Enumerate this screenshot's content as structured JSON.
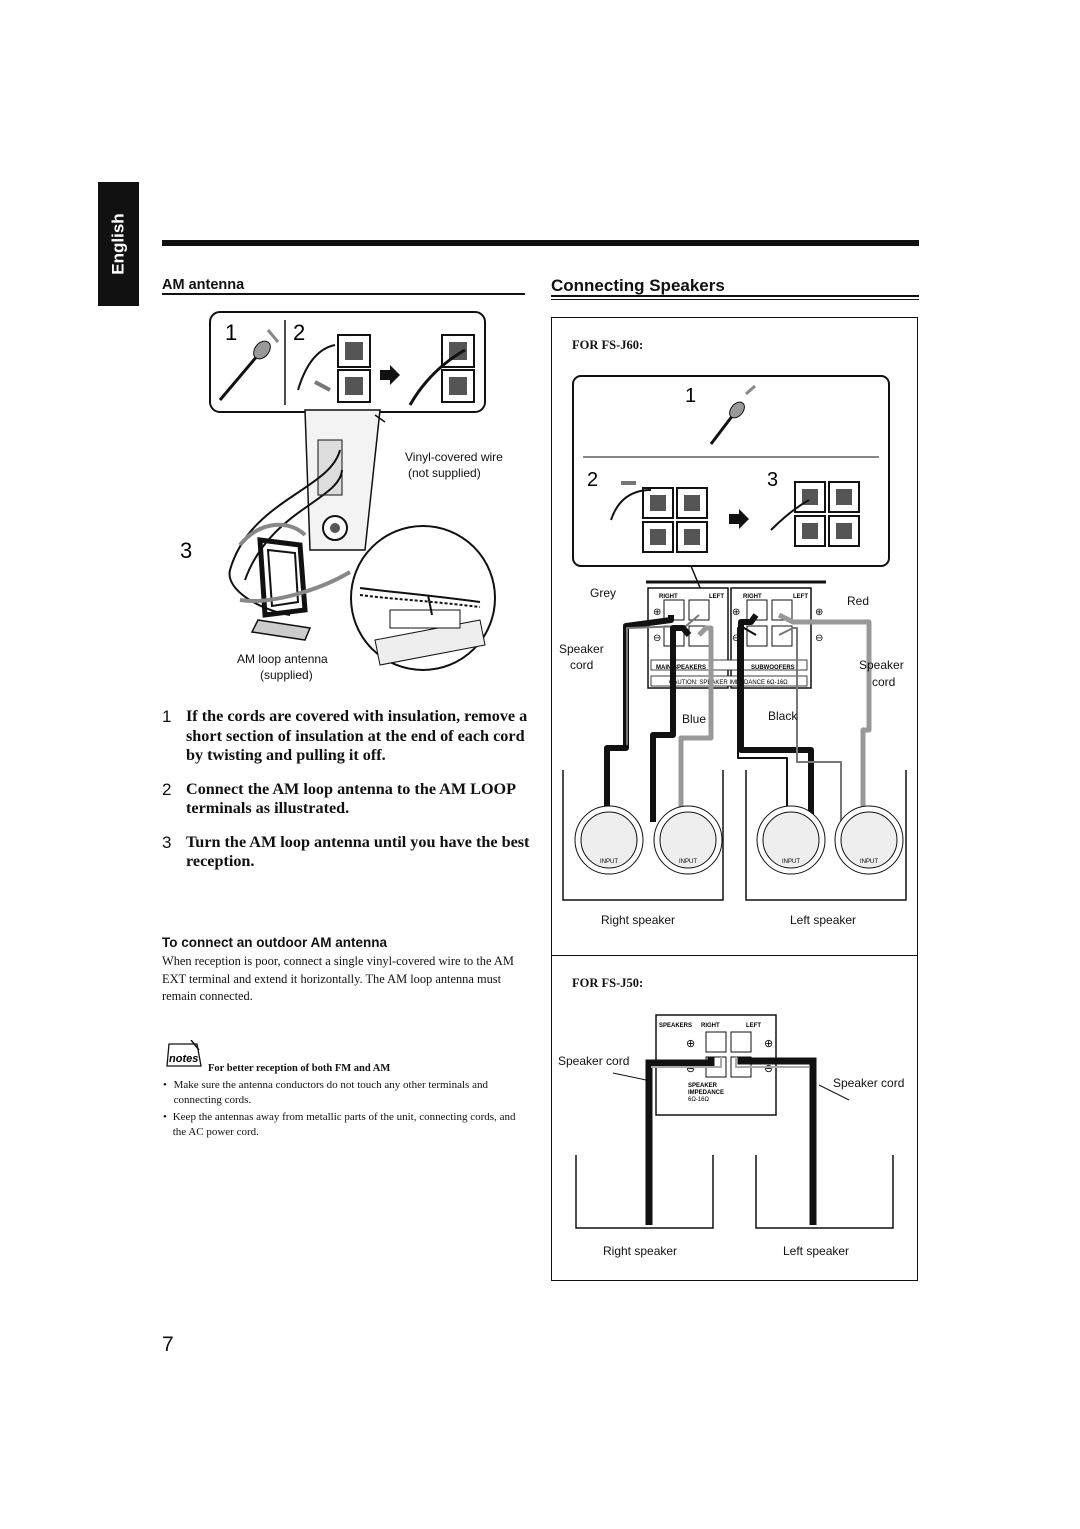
{
  "sidebar": {
    "language_tab": "English"
  },
  "left": {
    "section_title": "AM antenna",
    "figure": {
      "step_numbers": [
        "1",
        "2",
        "3"
      ],
      "vinyl_wire_label_1": "Vinyl-covered wire",
      "vinyl_wire_label_2": "(not supplied)",
      "loop_label_1": "AM loop antenna",
      "loop_label_2": "(supplied)"
    },
    "steps": [
      {
        "num": "1",
        "text": "If the cords are covered with insulation, remove a short section of insulation at the end of each cord by twisting and pulling it off."
      },
      {
        "num": "2",
        "text": "Connect the AM loop antenna to the AM LOOP terminals as illustrated."
      },
      {
        "num": "3",
        "text": "Turn the AM loop antenna until you have the best reception."
      }
    ],
    "outdoor": {
      "heading": "To connect an outdoor AM antenna",
      "paragraph": "When reception is poor, connect a single vinyl-covered wire to the AM EXT terminal and extend it horizontally. The AM loop antenna must remain connected."
    },
    "notes": {
      "icon_label": "notes",
      "heading": "For better reception of both FM and AM",
      "bullets": [
        "Make sure the antenna conductors do not touch any other terminals and connecting cords.",
        "Keep the antennas away from metallic parts of the unit, connecting cords, and the AC power cord."
      ]
    }
  },
  "right": {
    "section_title": "Connecting Speakers",
    "fsj60": {
      "label": "FOR FS-J60:",
      "step_numbers": [
        "1",
        "2",
        "3"
      ],
      "grey": "Grey",
      "red": "Red",
      "speaker_cord": "Speaker cord",
      "speaker_cord_l1": "Speaker",
      "speaker_cord_l2": "cord",
      "blue": "Blue",
      "black": "Black",
      "panel_right": "RIGHT",
      "panel_left": "LEFT",
      "main_speakers": "MAIN SPEAKERS",
      "subwoofers": "SUBWOOFERS",
      "caution": "CAUTION: SPEAKER IMPEDANCE 6Ω-16Ω",
      "input": "INPUT",
      "right_speaker": "Right speaker",
      "left_speaker": "Left speaker"
    },
    "fsj50": {
      "label": "FOR FS-J50:",
      "speakers": "SPEAKERS",
      "panel_right": "RIGHT",
      "panel_left": "LEFT",
      "impedance_1": "SPEAKER",
      "impedance_2": "IMPEDANCE",
      "impedance_3": "6Ω-16Ω",
      "speaker_cord_left": "Speaker cord",
      "speaker_cord_right": "Speaker cord",
      "right_speaker": "Right speaker",
      "left_speaker": "Left speaker"
    }
  },
  "page_number": "7"
}
